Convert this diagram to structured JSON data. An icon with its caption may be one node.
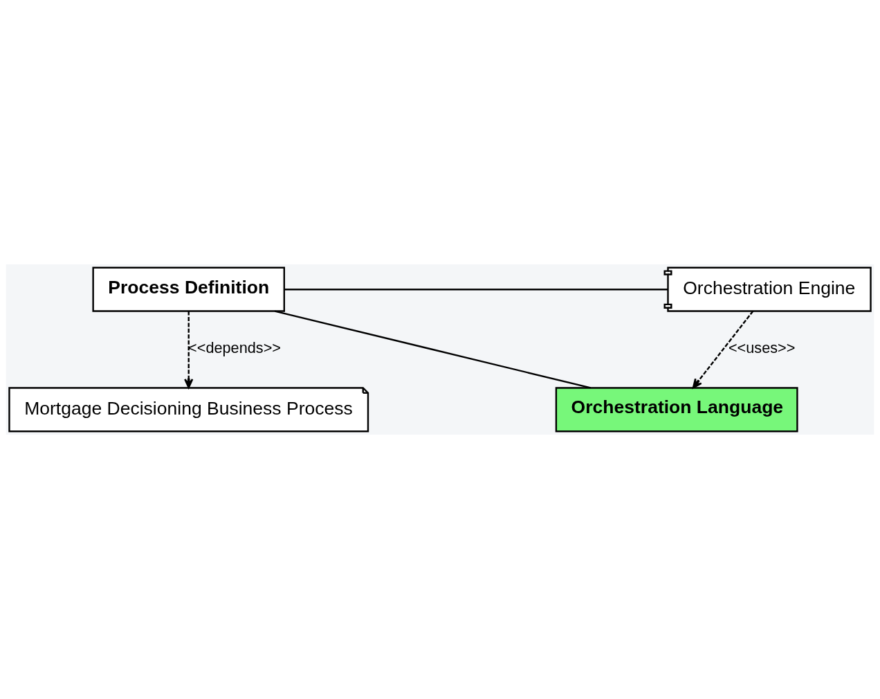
{
  "diagram": {
    "nodes": [
      {
        "text": [
          "Mortgage Decisioning Business Process"
        ]
      },
      {
        "text": [
          "Process Definition"
        ]
      },
      {
        "text": [
          "Orchestration Engine"
        ]
      },
      {
        "text": [
          "Orchestration Language"
        ]
      }
    ],
    "edges": [
      {
        "from": 1,
        "to": 0,
        "arrow": "to",
        "style": "dashed",
        "label": "<<depends>>"
      },
      {
        "from": 1,
        "to": 2,
        "arrow": "none"
      },
      {
        "from": 1,
        "to": 3,
        "arrow": "none"
      },
      {
        "from": 2,
        "to": 3,
        "arrow": "to",
        "style": "dashed",
        "label": "<<uses>>"
      }
    ]
  }
}
